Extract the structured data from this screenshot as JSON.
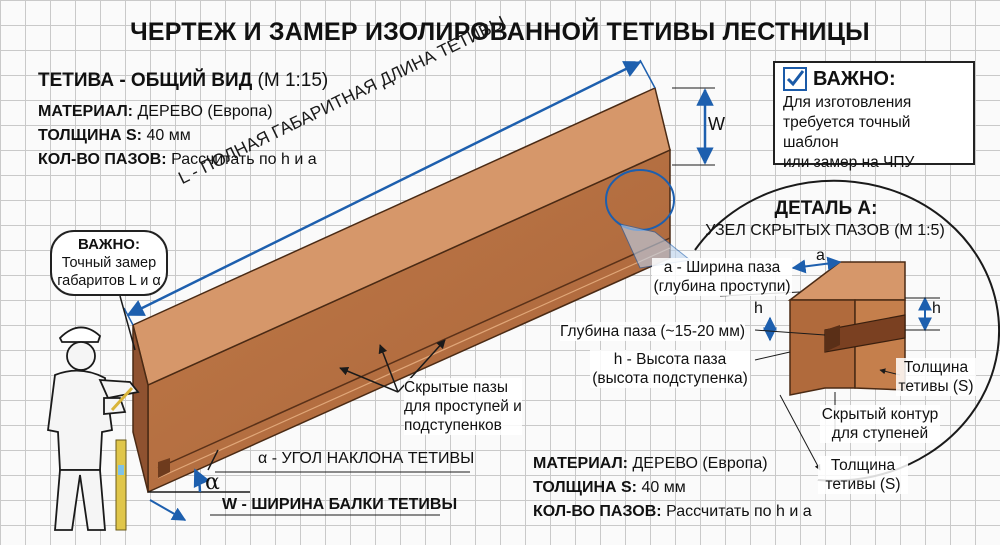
{
  "title": "ЧЕРТЕЖ И ЗАМЕР ИЗОЛИРОВАННОЙ ТЕТИВЫ ЛЕСТНИЦЫ",
  "general_view": {
    "heading": "ТЕТИВА - ОБЩИЙ ВИД",
    "scale": "(М 1:15)",
    "material_label": "МАТЕРИАЛ:",
    "material_value": "ДЕРЕВО (Европа)",
    "thickness_label": "ТОЛЩИНА S:",
    "thickness_value": "40 мм",
    "grooves_label": "КОЛ-ВО ПАЗОВ:",
    "grooves_value": "Рассчитать по h и a"
  },
  "important_note": {
    "heading": "ВАЖНО:",
    "text_line1": "Для изготовления",
    "text_line2": "требуется точный шаблон",
    "text_line3": "или замер на ЧПУ"
  },
  "measure_bubble": {
    "heading": "ВАЖНО:",
    "line1": "Точный замер",
    "line2": "габаритов L и α"
  },
  "labels": {
    "length": "L - ПОЛНАЯ ГАБАРИТНАЯ ДЛИНА ТЕТИВЫ",
    "w_mark": "W",
    "alpha_mark": "α",
    "angle": "α - УГОЛ НАКЛОНА ТЕТИВЫ",
    "width": "W - ШИРИНА БАЛКИ ТЕТИВЫ",
    "hidden_grooves_1": "Скрытые пазы",
    "hidden_grooves_2": "для проступей и",
    "hidden_grooves_3": "подступенков"
  },
  "detail": {
    "heading": "ДЕТАЛЬ А:",
    "subheading": "УЗЕЛ СКРЫТЫХ ПАЗОВ (М 1:5)",
    "a_mark": "a",
    "h_mark": "h",
    "h_mark_right": "h",
    "a_desc_1": "a - Ширина паза",
    "a_desc_2": "(глубина проступи)",
    "depth_desc": "Глубина паза (~15-20 мм)",
    "h_desc_1": "h - Высота паза",
    "h_desc_2": "(высота подступенка)",
    "thickness_1": "Толщина",
    "thickness_2": "тетивы (S)",
    "contour_1": "Скрытый контур",
    "contour_2": "для ступеней",
    "thickness_b1": "Толщина",
    "thickness_b2": "тетивы (S)"
  },
  "bottom_specs": {
    "material_label": "МАТЕРИАЛ:",
    "material_value": "ДЕРЕВО (Европа)",
    "thickness_label": "ТОЛЩИНА S:",
    "thickness_value": "40 мм",
    "grooves_label": "КОЛ-ВО ПАЗОВ:",
    "grooves_value": "Рассчитать по h и a"
  },
  "colors": {
    "wood_face": "#b86f3f",
    "wood_top": "#cf8d5c",
    "wood_dark": "#8a4e2b",
    "dimension_blue": "#1d5fae",
    "ink": "#1a1a1a"
  }
}
